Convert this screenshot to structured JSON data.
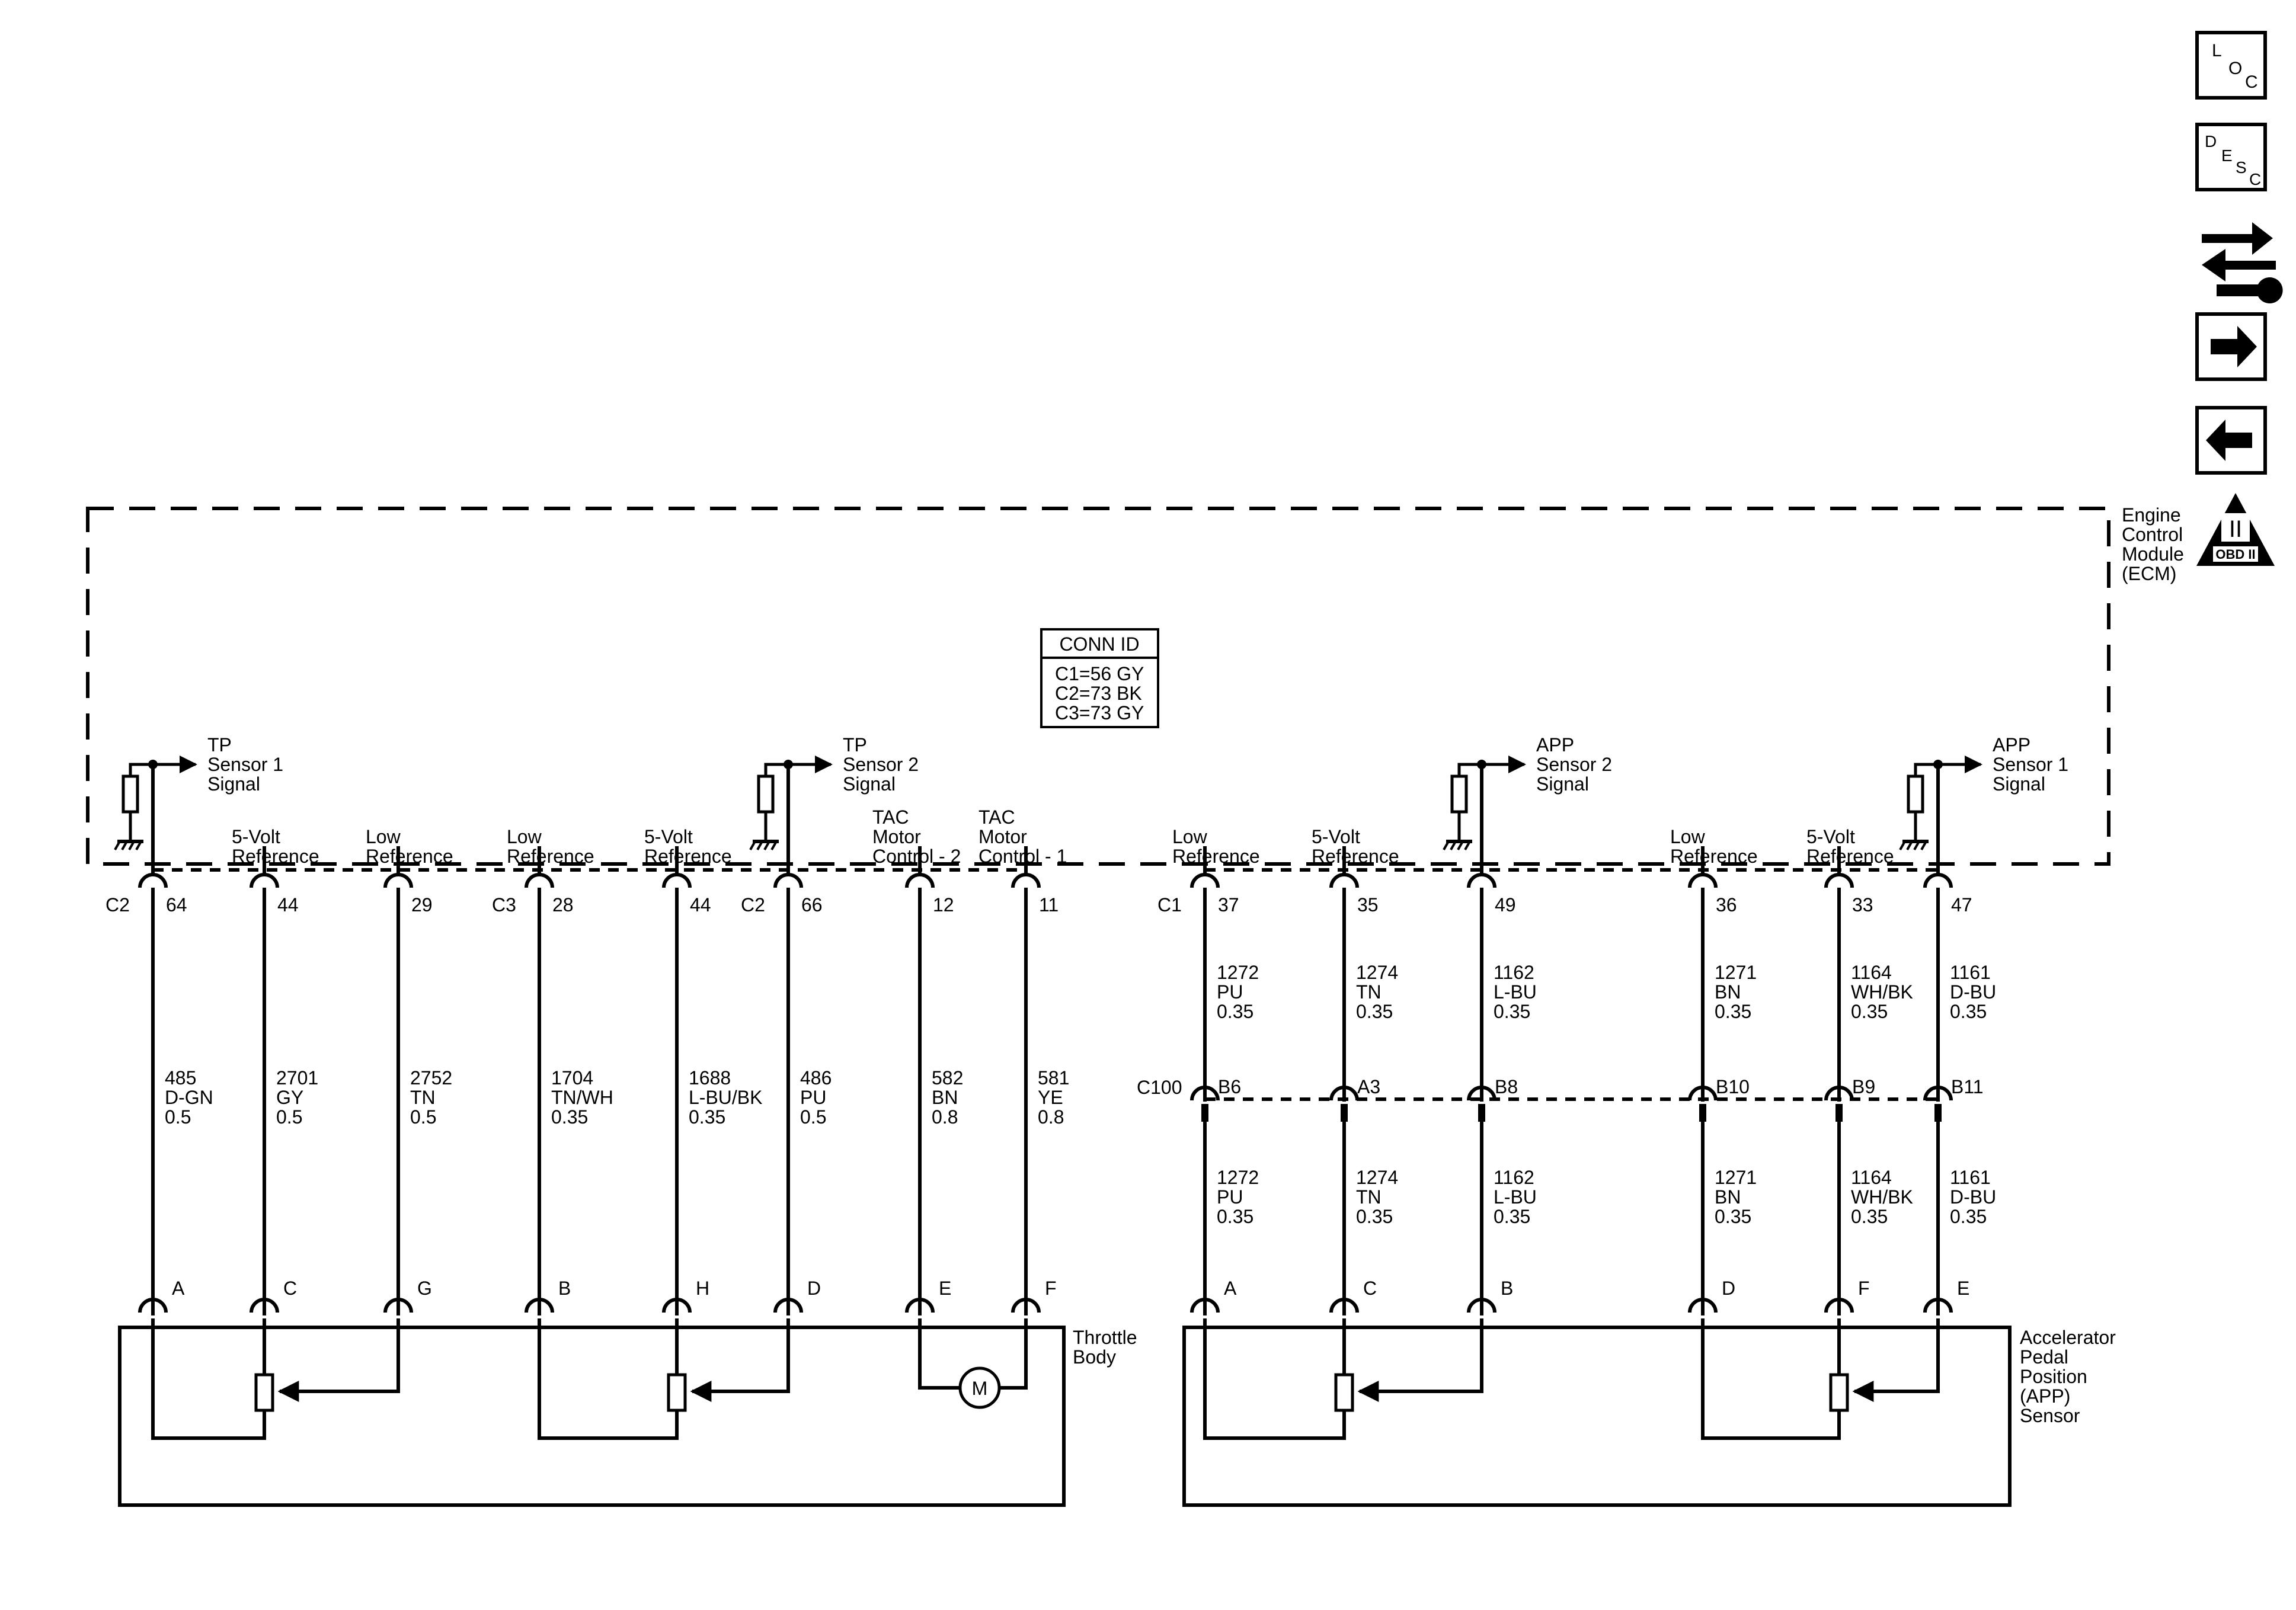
{
  "module": {
    "name_lines": [
      "Engine",
      "Control",
      "Module",
      "(ECM)"
    ],
    "conn_id": {
      "title": "CONN ID",
      "lines": [
        "C1=56 GY",
        "C2=73 BK",
        "C3=73 GY"
      ]
    },
    "signals": [
      {
        "id": "tp1",
        "lines": [
          "TP",
          "Sensor 1",
          "Signal"
        ]
      },
      {
        "id": "tp2",
        "lines": [
          "TP",
          "Sensor 2",
          "Signal"
        ]
      },
      {
        "id": "app2",
        "lines": [
          "APP",
          "Sensor 2",
          "Signal"
        ]
      },
      {
        "id": "app1",
        "lines": [
          "APP",
          "Sensor 1",
          "Signal"
        ]
      }
    ]
  },
  "circuits": [
    {
      "id": "tp1-sig",
      "label": [],
      "conn": "C2",
      "pin": "64",
      "wire": [
        "485",
        "D-GN",
        "0.5"
      ],
      "comp_pin": "A"
    },
    {
      "id": "tb-5v-1",
      "label": [
        "5-Volt",
        "Reference"
      ],
      "conn": "",
      "pin": "44",
      "wire": [
        "2701",
        "GY",
        "0.5"
      ],
      "comp_pin": "C"
    },
    {
      "id": "tb-low-1",
      "label": [
        "Low",
        "Reference"
      ],
      "conn": "",
      "pin": "29",
      "wire": [
        "2752",
        "TN",
        "0.5"
      ],
      "comp_pin": "G"
    },
    {
      "id": "tb-low-2",
      "label": [
        "Low",
        "Reference"
      ],
      "conn": "C3",
      "pin": "28",
      "wire": [
        "1704",
        "TN/WH",
        "0.35"
      ],
      "comp_pin": "B"
    },
    {
      "id": "tb-5v-2",
      "label": [
        "5-Volt",
        "Reference"
      ],
      "conn": "",
      "pin": "44",
      "wire": [
        "1688",
        "L-BU/BK",
        "0.35"
      ],
      "comp_pin": "H"
    },
    {
      "id": "tp2-sig",
      "label": [],
      "conn": "C2",
      "pin": "66",
      "wire": [
        "486",
        "PU",
        "0.5"
      ],
      "comp_pin": "D"
    },
    {
      "id": "tac-2",
      "label": [
        "TAC",
        "Motor",
        "Control - 2"
      ],
      "conn": "",
      "pin": "12",
      "wire": [
        "582",
        "BN",
        "0.8"
      ],
      "comp_pin": "E"
    },
    {
      "id": "tac-1",
      "label": [
        "TAC",
        "Motor",
        "Control - 1"
      ],
      "conn": "",
      "pin": "11",
      "wire": [
        "581",
        "YE",
        "0.8"
      ],
      "comp_pin": "F"
    },
    {
      "id": "app-low-1",
      "label": [
        "Low",
        "Reference"
      ],
      "conn": "C1",
      "pin": "37",
      "wire": [
        "1272",
        "PU",
        "0.35"
      ],
      "inline": "B6",
      "wire2": [
        "1272",
        "PU",
        "0.35"
      ],
      "comp_pin": "A"
    },
    {
      "id": "app-5v-1",
      "label": [
        "5-Volt",
        "Reference"
      ],
      "conn": "",
      "pin": "35",
      "wire": [
        "1274",
        "TN",
        "0.35"
      ],
      "inline": "A3",
      "wire2": [
        "1274",
        "TN",
        "0.35"
      ],
      "comp_pin": "C"
    },
    {
      "id": "app2-sig",
      "label": [],
      "conn": "",
      "pin": "49",
      "wire": [
        "1162",
        "L-BU",
        "0.35"
      ],
      "inline": "B8",
      "wire2": [
        "1162",
        "L-BU",
        "0.35"
      ],
      "comp_pin": "B"
    },
    {
      "id": "app-low-2",
      "label": [
        "Low",
        "Reference"
      ],
      "conn": "",
      "pin": "36",
      "wire": [
        "1271",
        "BN",
        "0.35"
      ],
      "inline": "B10",
      "wire2": [
        "1271",
        "BN",
        "0.35"
      ],
      "comp_pin": "D"
    },
    {
      "id": "app-5v-2",
      "label": [
        "5-Volt",
        "Reference"
      ],
      "conn": "",
      "pin": "33",
      "wire": [
        "1164",
        "WH/BK",
        "0.35"
      ],
      "inline": "B9",
      "wire2": [
        "1164",
        "WH/BK",
        "0.35"
      ],
      "comp_pin": "F"
    },
    {
      "id": "app1-sig",
      "label": [],
      "conn": "",
      "pin": "47",
      "wire": [
        "1161",
        "D-BU",
        "0.35"
      ],
      "inline": "B11",
      "wire2": [
        "1161",
        "D-BU",
        "0.35"
      ],
      "comp_pin": "E"
    }
  ],
  "inline_connector": "C100",
  "components": {
    "throttle": [
      "Throttle",
      "Body"
    ],
    "app": [
      "Accelerator",
      "Pedal",
      "Position",
      "(APP)",
      "Sensor"
    ],
    "motor_symbol": "M"
  },
  "side_icons": [
    {
      "id": "loc",
      "letters": [
        "L",
        "O",
        "C"
      ]
    },
    {
      "id": "desc",
      "letters": [
        "D",
        "E",
        "S",
        "C"
      ]
    },
    {
      "id": "schematic",
      "letters": []
    },
    {
      "id": "next",
      "letters": []
    },
    {
      "id": "prev",
      "letters": []
    },
    {
      "id": "obd",
      "letters": [
        "II",
        "OBD II"
      ]
    }
  ]
}
